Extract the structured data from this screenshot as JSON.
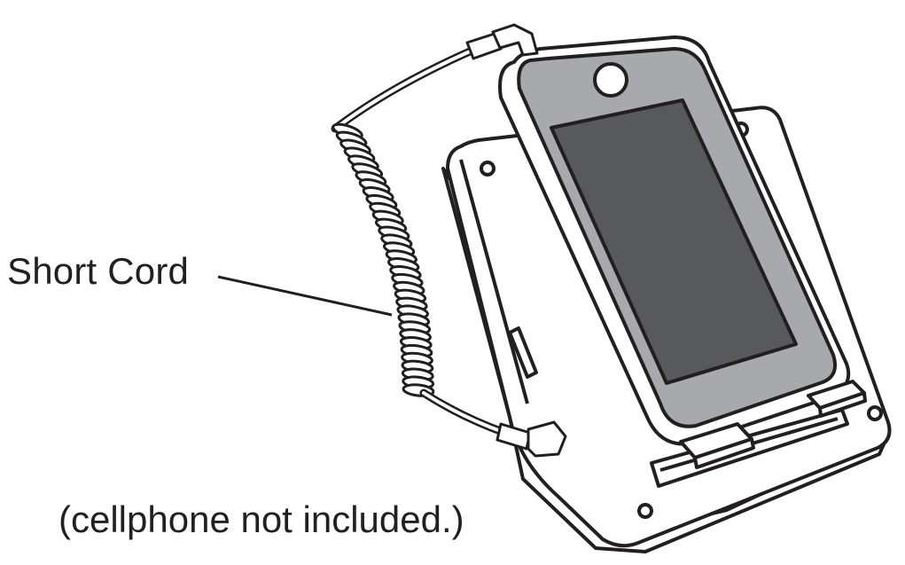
{
  "labels": {
    "cord_callout": "Short Cord",
    "footnote": "(cellphone not included.)"
  },
  "colors": {
    "ink": "#231f20",
    "phone_body": "#a7a9ac",
    "phone_screen": "#58595b",
    "paper": "#ffffff"
  },
  "icons": {
    "dock": "phone-dock-stand",
    "phone": "smartphone",
    "cord": "coiled-cord"
  }
}
